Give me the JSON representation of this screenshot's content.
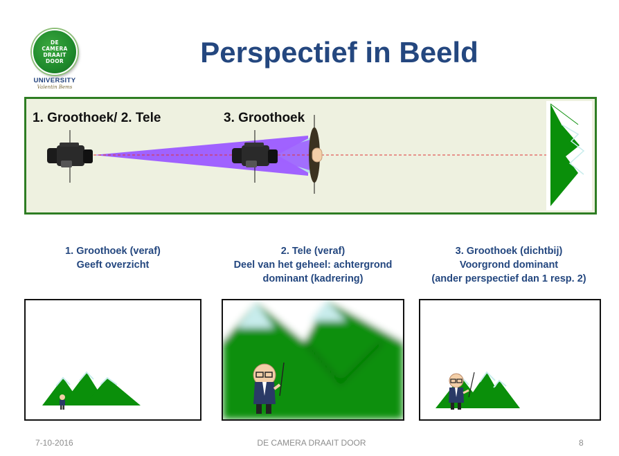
{
  "logo": {
    "circle_lines": [
      "DE",
      "CAMERA",
      "DRAAIT",
      "DOOR"
    ],
    "university": "UNIVERSITY",
    "signature": "Valentin Bems"
  },
  "title": "Perspectief in Beeld",
  "diagram": {
    "label_left": "1. Groothoek/ 2. Tele",
    "label_right": "3. Groothoek"
  },
  "captions": [
    {
      "line1": "1. Groothoek (veraf)",
      "line2": "Geeft overzicht",
      "line3": ""
    },
    {
      "line1": "2. Tele (veraf)",
      "line2": "Deel van het geheel: achtergrond",
      "line3": "dominant (kadrering)"
    },
    {
      "line1": "3. Groothoek (dichtbij)",
      "line2": "Voorgrond dominant",
      "line3": "(ander perspectief dan 1 resp. 2)"
    }
  ],
  "footer": {
    "date": "7-10-2016",
    "center": "DE CAMERA DRAAIT DOOR",
    "page": "8"
  },
  "colors": {
    "title": "#24477f",
    "diagram_border": "#2e7d23",
    "diagram_bg": "#eef1e0",
    "beam_wide": "#a062ff",
    "beam_narrow": "#b9dfe8",
    "mountain": "#0a8f0a",
    "sky_peak": "#c8ecec"
  }
}
